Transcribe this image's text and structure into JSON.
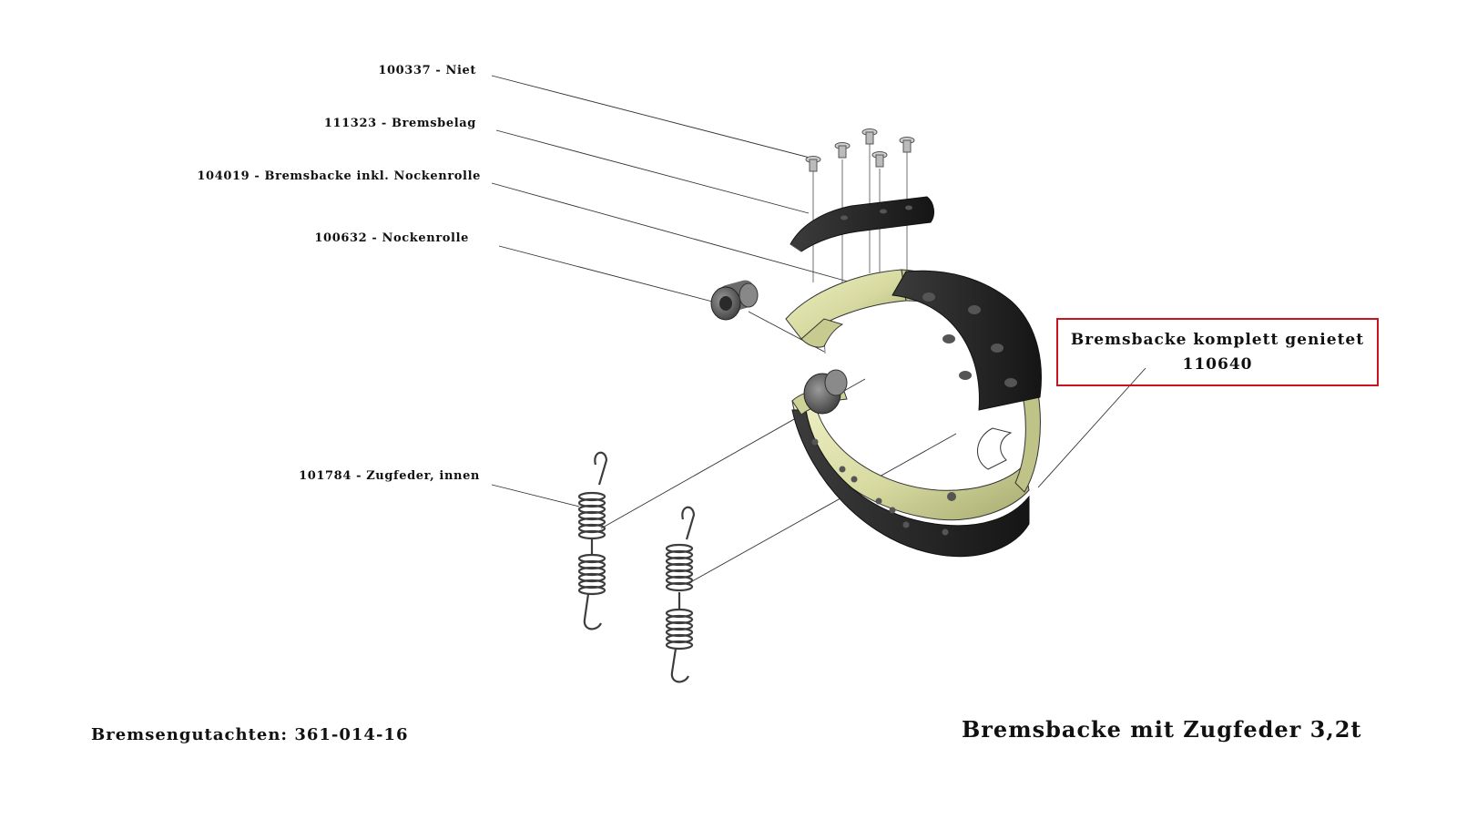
{
  "parts": [
    {
      "number": "100337",
      "name": "Niet",
      "text": "100337 - Niet"
    },
    {
      "number": "111323",
      "name": "Bremsbelag",
      "text": "111323 - Bremsbelag"
    },
    {
      "number": "104019",
      "name": "Bremsbacke inkl. Nockenrolle",
      "text": "104019 - Bremsbacke inkl. Nockenrolle"
    },
    {
      "number": "100632",
      "name": "Nockenrolle",
      "text": "100632 - Nockenrolle"
    },
    {
      "number": "101784",
      "name": "Zugfeder, innen",
      "text": "101784 - Zugfeder, innen"
    }
  ],
  "assembly": {
    "title": "Bremsbacke komplett genietet",
    "number": "110640",
    "box_color": "#c8141e"
  },
  "footer": {
    "report": "Bremsengutachten: 361-014-16",
    "title": "Bremsbacke mit Zugfeder 3,2t"
  },
  "colors": {
    "shoe": "#d8dba4",
    "lining": "#262626",
    "spring": "#4a4a4a",
    "leader": "#333333"
  },
  "icons": [
    "rivet-icon",
    "brake-lining-icon",
    "brake-shoe-icon",
    "cam-roller-icon",
    "spring-icon"
  ]
}
